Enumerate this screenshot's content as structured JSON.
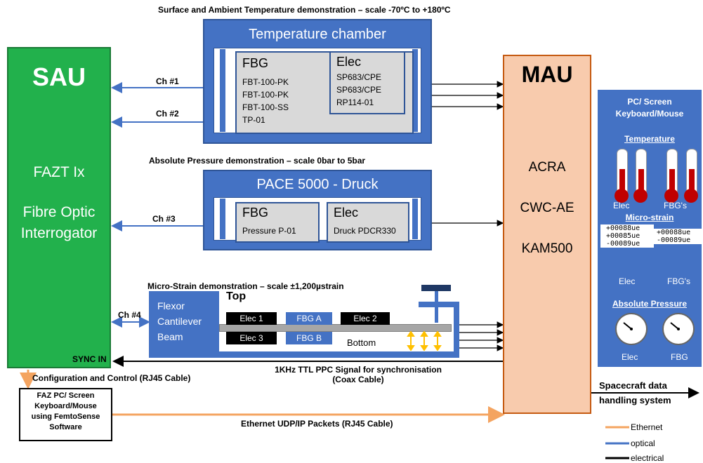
{
  "demos": {
    "temp_header": "Surface and Ambient Temperature demonstration – scale -70ºC to +180ºC",
    "pressure_header": "Absolute Pressure demonstration – scale 0bar to 5bar",
    "strain_header": "Micro-Strain demonstration – scale ±1,200µstrain"
  },
  "sau": {
    "title": "SAU",
    "line1": "FAZT Ix",
    "line2": "Fibre Optic",
    "line3": "Interrogator",
    "sync": "SYNC IN"
  },
  "channels": [
    "Ch #1",
    "Ch #2",
    "Ch #3",
    "Ch #4"
  ],
  "temp_chamber": {
    "title": "Temperature chamber",
    "fbg_title": "FBG",
    "fbg_items": [
      "FBT-100-PK",
      "FBT-100-PK",
      "FBT-100-SS",
      "TP-01"
    ],
    "elec_title": "Elec",
    "elec_items": [
      "SP683/CPE",
      "SP683/CPE",
      "RP114-01"
    ]
  },
  "pace": {
    "title": "PACE 5000 - Druck",
    "fbg_title": "FBG",
    "fbg_item": "Pressure P-01",
    "elec_title": "Elec",
    "elec_item": "Druck PDCR330"
  },
  "beam": {
    "label_lines": [
      "Flexor",
      "Cantilever",
      "Beam"
    ],
    "top": "Top",
    "bottom": "Bottom",
    "tags": [
      "Elec 1",
      "FBG A",
      "Elec 2",
      "Elec 3",
      "FBG B"
    ]
  },
  "mau": {
    "title": "MAU",
    "items": [
      "ACRA",
      "CWC-AE",
      "KAM500"
    ]
  },
  "pc": {
    "title_lines": [
      "PC/ Screen",
      "Keyboard/Mouse"
    ],
    "temperature": "Temperature",
    "elec": "Elec",
    "fbgs": "FBG's",
    "microstrain": "Micro-strain",
    "readings_left": [
      "+00088ue",
      "+00085ue",
      "-00089ue"
    ],
    "readings_right": [
      "+00088ue",
      "-00089ue"
    ],
    "absolute_pressure": "Absolute Pressure",
    "fbg": "FBG"
  },
  "sync_signal": {
    "line1": "1KHz TTL PPC Signal for synchronisation",
    "line2": "(Coax Cable)"
  },
  "config": "Configuration and Control (RJ45 Cable)",
  "faz_pc": [
    "FAZ PC/ Screen",
    "Keyboard/Mouse",
    "using FemtoSense",
    "Software"
  ],
  "ethernet_link": "Ethernet UDP/IP Packets (RJ45 Cable)",
  "spacecraft": [
    "Spacecraft data",
    "handling system"
  ],
  "legend": {
    "items": [
      "Ethernet",
      "optical",
      "electrical"
    ],
    "colors": [
      "#f4a460",
      "#4472c4",
      "#000000"
    ]
  },
  "colors": {
    "sau": "#22b14c",
    "chamber": "#4472c4",
    "mau": "#f8cbad",
    "ethernet": "#f4a460",
    "optical": "#4472c4",
    "electrical": "#000000"
  }
}
